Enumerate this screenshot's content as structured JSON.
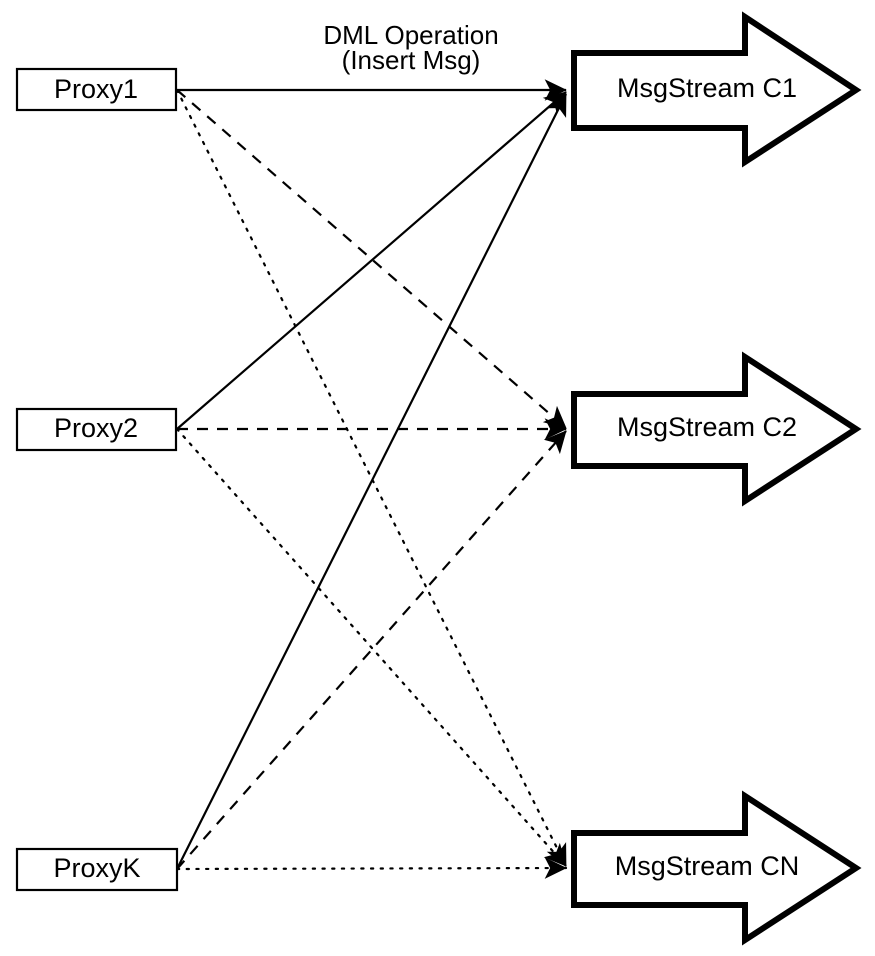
{
  "diagram": {
    "title": "Proxy to MsgStream fan-out diagram",
    "background_color": "#ffffff",
    "stroke_color": "#000000",
    "caption": {
      "line1": "DML Operation",
      "line2": "(Insert Msg)"
    },
    "proxies": [
      {
        "id": "proxy1",
        "label": "Proxy1"
      },
      {
        "id": "proxy2",
        "label": "Proxy2"
      },
      {
        "id": "proxyK",
        "label": "ProxyK"
      }
    ],
    "streams": [
      {
        "id": "c1",
        "label": "MsgStream C1"
      },
      {
        "id": "c2",
        "label": "MsgStream C2"
      },
      {
        "id": "cn",
        "label": "MsgStream CN"
      }
    ],
    "edges": [
      {
        "id": "proxy1-c1",
        "from": "Proxy1",
        "to": "MsgStream C1",
        "style": "solid"
      },
      {
        "id": "proxy1-c2",
        "from": "Proxy1",
        "to": "MsgStream C2",
        "style": "dashed"
      },
      {
        "id": "proxy1-cn",
        "from": "Proxy1",
        "to": "MsgStream CN",
        "style": "dotted"
      },
      {
        "id": "proxy2-c1",
        "from": "Proxy2",
        "to": "MsgStream C1",
        "style": "solid"
      },
      {
        "id": "proxy2-c2",
        "from": "Proxy2",
        "to": "MsgStream C2",
        "style": "dashed"
      },
      {
        "id": "proxy2-cn",
        "from": "Proxy2",
        "to": "MsgStream CN",
        "style": "dotted"
      },
      {
        "id": "proxyK-c1",
        "from": "ProxyK",
        "to": "MsgStream C1",
        "style": "solid"
      },
      {
        "id": "proxyK-c2",
        "from": "ProxyK",
        "to": "MsgStream C2",
        "style": "dashed"
      },
      {
        "id": "proxyK-cn",
        "from": "ProxyK",
        "to": "MsgStream CN",
        "style": "dotted"
      }
    ]
  }
}
